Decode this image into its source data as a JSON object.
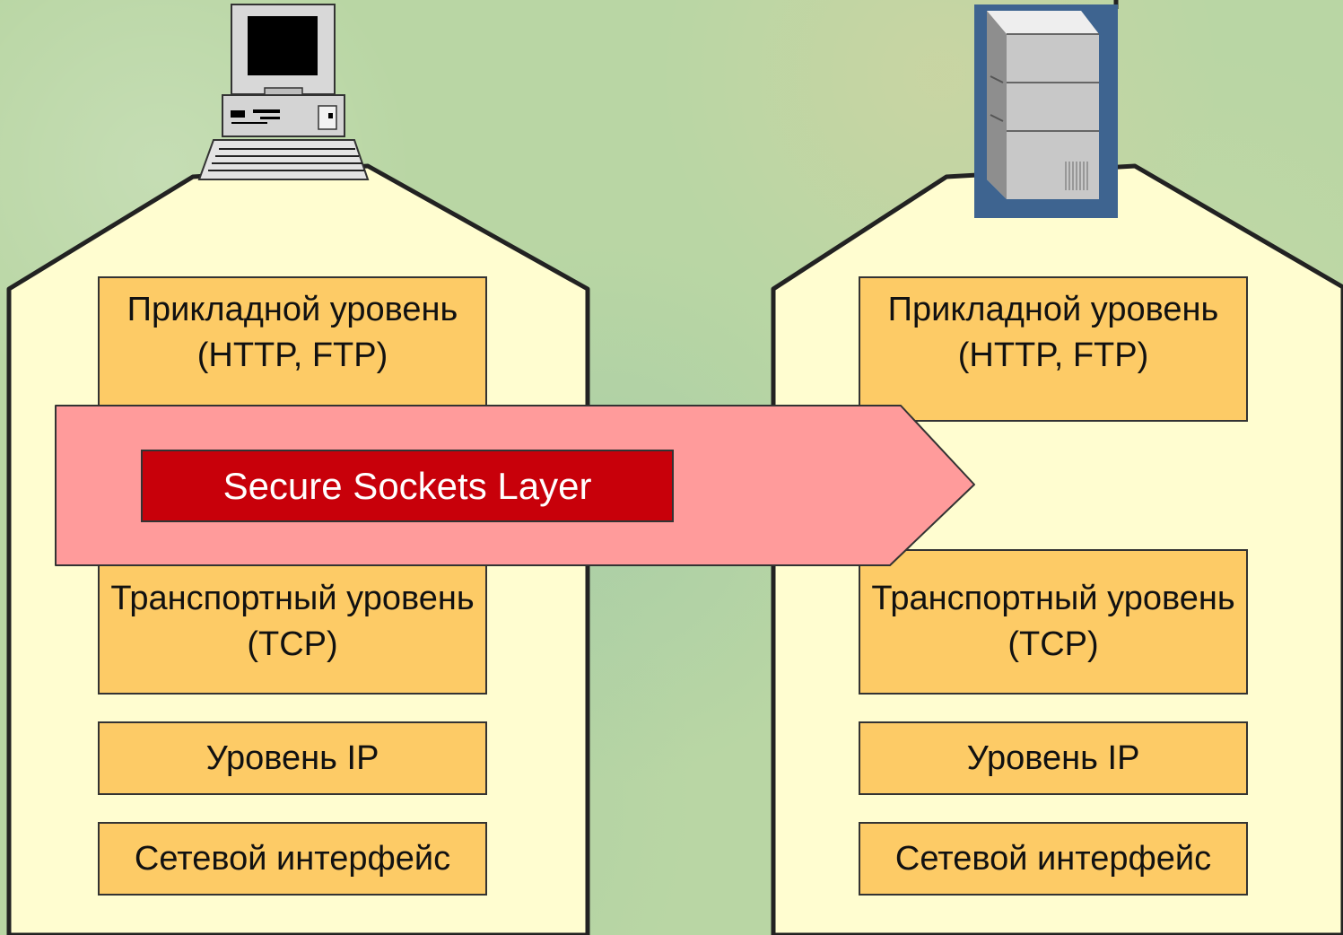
{
  "left_stack": {
    "application": "Прикладной уровень (HTTP, FTP)",
    "transport": "Транспортный уровень (TCP)",
    "ip": "Уровень IP",
    "network": "Сетевой интерфейс"
  },
  "right_stack": {
    "application": "Прикладной уровень (HTTP, FTP)",
    "transport": "Транспортный уровень (TCP)",
    "ip": "Уровень IP",
    "network": "Сетевой интерфейс"
  },
  "ssl_label": "Secure Sockets Layer",
  "icons": [
    "desktop-computer-icon",
    "server-icon"
  ],
  "colors": {
    "background": "#b9d6a4",
    "panel": "#fffdd0",
    "layer": "#fdcb66",
    "ssl_arrow": "#ff9b9b",
    "ssl_label": "#c8000a",
    "server_bg": "#3e6490"
  }
}
